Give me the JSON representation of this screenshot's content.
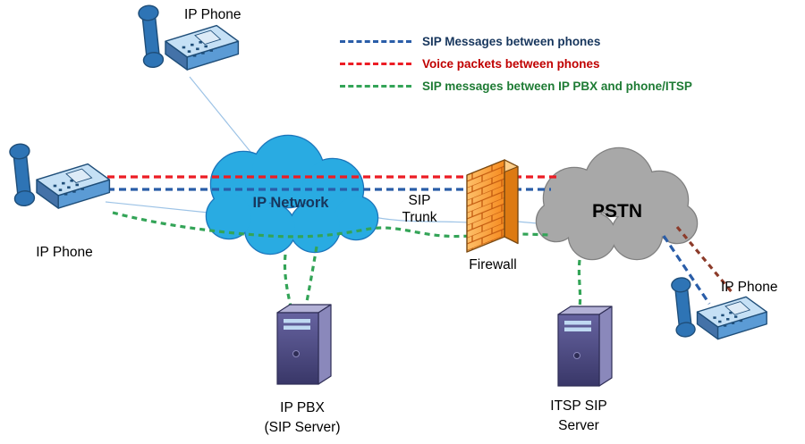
{
  "legend": {
    "items": [
      {
        "label": "SIP Messages between phones",
        "color": "#2A5DA8",
        "text_color": "#17365D"
      },
      {
        "label": "Voice packets between phones",
        "color": "#EC1C24",
        "text_color": "#C00000"
      },
      {
        "label": "SIP messages between IP PBX and phone/ITSP",
        "color": "#33A457",
        "text_color": "#1E7B34"
      }
    ]
  },
  "nodes": {
    "phone_top": {
      "label": "IP Phone"
    },
    "phone_left": {
      "label": "IP Phone"
    },
    "phone_right": {
      "label": "IP Phone"
    },
    "ip_network": {
      "label": "IP Network"
    },
    "pstn": {
      "label": "PSTN"
    },
    "firewall": {
      "label": "Firewall"
    },
    "sip_trunk": {
      "line1": "SIP",
      "line2": "Trunk"
    },
    "ip_pbx": {
      "line1": "IP PBX",
      "line2": "(SIP Server)"
    },
    "itsp": {
      "line1": "ITSP SIP",
      "line2": "Server"
    }
  },
  "icons": {
    "ip-phone": "svg-desk-phone",
    "cloud": "svg-cloud",
    "firewall": "svg-brick-wall",
    "server": "svg-tower-server"
  },
  "colors": {
    "line-blue": "#2A5DA8",
    "line-red": "#EC1C24",
    "line-green": "#33A457",
    "line-maroon": "#8C3B2A",
    "connector": "#9DC3E6",
    "cloud-ip": "#29ABE2",
    "cloud-ip-stroke": "#1B75BB",
    "cloud-pstn": "#A8A8A8",
    "cloud-pstn-stroke": "#808080",
    "firewall-light": "#FDC06A",
    "firewall-dark": "#F68B1F",
    "firewall-side": "#DD7A12",
    "firewall-top": "#FDCE8A",
    "firewall-brick": "#C2590E",
    "firewall-outline": "#7A4A12",
    "server-front-top": "#6663A0",
    "server-front-bottom": "#393768",
    "server-side": "#8A88BB",
    "server-top": "#B3B1D6",
    "server-slot": "#BFD9F2",
    "server-outline": "#2E2D55",
    "phone-top": "#C5E0F5",
    "phone-front": "#5B9BD5",
    "phone-left": "#4472A8",
    "phone-handset": "#2E74B5",
    "phone-outline": "#1F4E79",
    "phone-screen": "#DDEBF7",
    "label": "#000000",
    "ip-network-label": "#17365D"
  }
}
